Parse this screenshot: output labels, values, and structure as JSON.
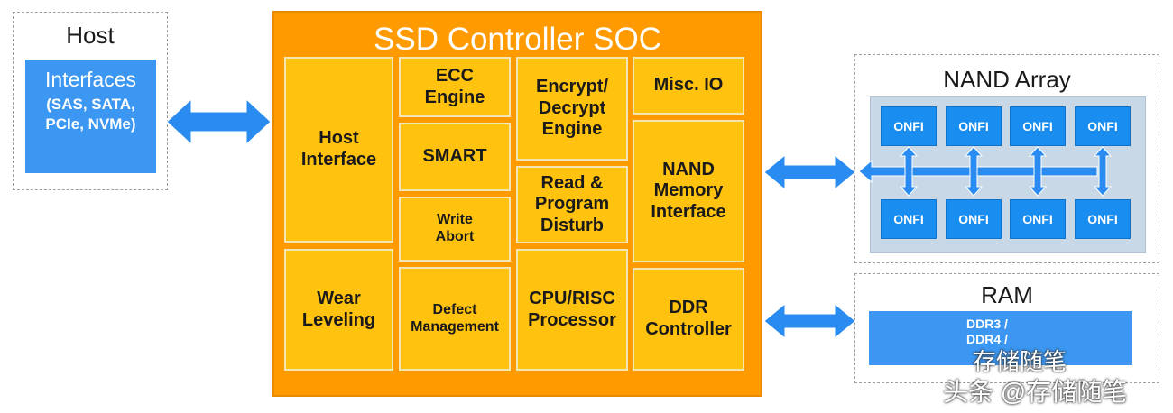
{
  "host": {
    "title": "Host",
    "interfaces": {
      "title": "Interfaces",
      "line1": "(SAS, SATA,",
      "line2": "PCIe, NVMe)"
    }
  },
  "soc": {
    "title": "SSD Controller SOC",
    "cells": {
      "host_interface": [
        "Host",
        "Interface"
      ],
      "wear_leveling": [
        "Wear",
        "Leveling"
      ],
      "ecc_engine": [
        "ECC",
        "Engine"
      ],
      "smart": [
        "SMART"
      ],
      "write_abort": [
        "Write",
        "Abort"
      ],
      "defect_management": [
        "Defect",
        "Management"
      ],
      "encrypt_decrypt": [
        "Encrypt/",
        "Decrypt",
        "Engine"
      ],
      "read_program_disturb": [
        "Read &",
        "Program",
        "Disturb"
      ],
      "cpu_risc": [
        "CPU/RISC",
        "Processor"
      ],
      "misc_io": [
        "Misc. IO"
      ],
      "nand_memory_interface": [
        "NAND",
        "Memory",
        "Interface"
      ],
      "ddr_controller": [
        "DDR",
        "Controller"
      ]
    }
  },
  "nand": {
    "title": "NAND Array",
    "chip_label": "ONFI",
    "top_row": [
      "ONFI",
      "ONFI",
      "ONFI",
      "ONFI"
    ],
    "bottom_row": [
      "ONFI",
      "ONFI",
      "ONFI",
      "ONFI"
    ]
  },
  "ram": {
    "title": "RAM",
    "line1": "DDR3 /",
    "line2": "DDR4 /"
  },
  "watermark": {
    "line1": "存储随笔",
    "line2": "头条 @存储随笔"
  },
  "colors": {
    "soc_orange": "#ff9a00",
    "cell_yellow": "#ffc20e",
    "blue": "#3b97f2",
    "arrow_blue": "#2a8cf0",
    "nand_panel": "#c9d8e6"
  }
}
